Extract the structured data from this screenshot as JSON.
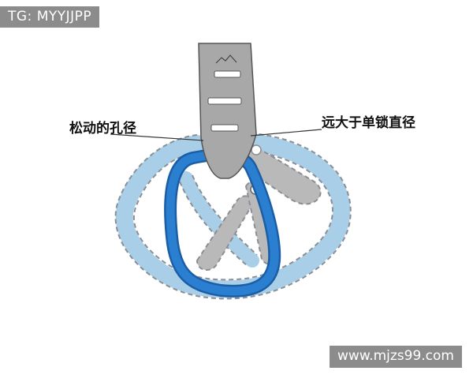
{
  "watermark_top": "TG: MYYJJPP",
  "watermark_bottom": "www.mjzs99.com",
  "labels": {
    "left": "松动的孔径",
    "right": "远大于单锁直径"
  },
  "colors": {
    "carabiner": "#2b7fd0",
    "sling_light_blue": "#a9cfe8",
    "gray_carabiner": "#b9b9b9",
    "strap": "#a8a8a8",
    "dashed_outline": "#8a8f96"
  }
}
